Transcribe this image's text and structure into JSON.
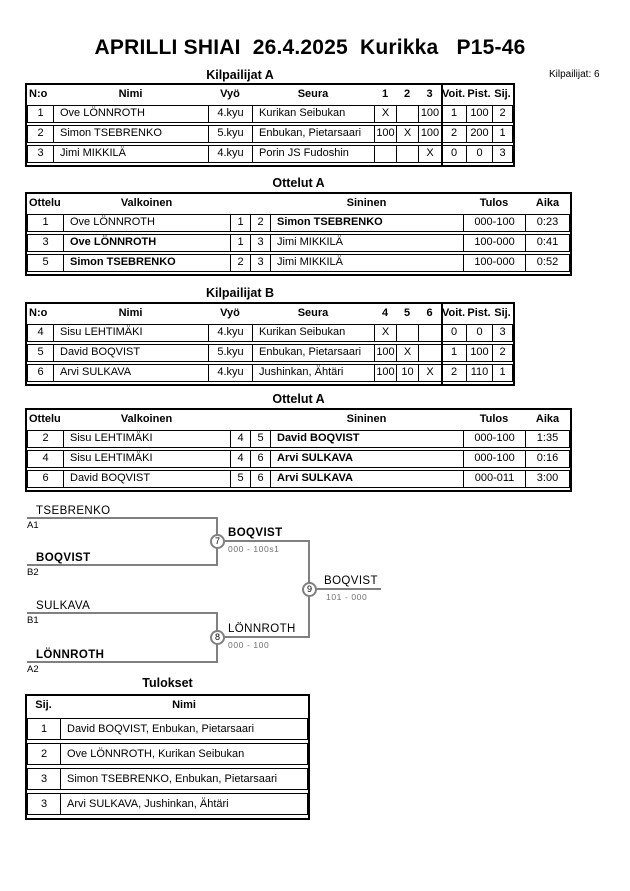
{
  "colors": {
    "bracket_line": "#808080",
    "score_text": "#707070"
  },
  "page": {
    "title": "APRILLI SHIAI  26.4.2025  Kurikka   P15-46",
    "competitor_count_label": "Kilpailijat: 6"
  },
  "sections": {
    "pool_a": {
      "heading": "Kilpailijat A",
      "headers": [
        "N:o",
        "Nimi",
        "Vyö",
        "Seura",
        "1",
        "2",
        "3",
        "Voit.",
        "Pist.",
        "Sij."
      ],
      "rows": [
        {
          "no": "1",
          "name": "Ove LÖNNROTH",
          "belt": "4.kyu",
          "club": "Kurikan Seibukan",
          "r1": "X",
          "r2": "",
          "r3": "100",
          "wins": "1",
          "points": "100",
          "place": "2"
        },
        {
          "no": "2",
          "name": "Simon TSEBRENKO",
          "belt": "5.kyu",
          "club": "Enbukan, Pietarsaari",
          "r1": "100",
          "r2": "X",
          "r3": "100",
          "wins": "2",
          "points": "200",
          "place": "1"
        },
        {
          "no": "3",
          "name": "Jimi MIKKILÄ",
          "belt": "4.kyu",
          "club": "Porin JS Fudoshin",
          "r1": "",
          "r2": "",
          "r3": "X",
          "wins": "0",
          "points": "0",
          "place": "3"
        }
      ]
    },
    "matches_a": {
      "heading": "Ottelut A",
      "headers": [
        "Ottelu",
        "Valkoinen",
        "Sininen",
        "Tulos",
        "Aika"
      ],
      "rows": [
        {
          "match": "1",
          "white": "Ove LÖNNROTH",
          "white_bold": false,
          "wno": "1",
          "bno": "2",
          "blue": "Simon TSEBRENKO",
          "blue_bold": true,
          "result": "000-100",
          "time": "0:23"
        },
        {
          "match": "3",
          "white": "Ove LÖNNROTH",
          "white_bold": true,
          "wno": "1",
          "bno": "3",
          "blue": "Jimi MIKKILÄ",
          "blue_bold": false,
          "result": "100-000",
          "time": "0:41"
        },
        {
          "match": "5",
          "white": "Simon TSEBRENKO",
          "white_bold": true,
          "wno": "2",
          "bno": "3",
          "blue": "Jimi MIKKILÄ",
          "blue_bold": false,
          "result": "100-000",
          "time": "0:52"
        }
      ]
    },
    "pool_b": {
      "heading": "Kilpailijat B",
      "headers": [
        "N:o",
        "Nimi",
        "Vyö",
        "Seura",
        "4",
        "5",
        "6",
        "Voit.",
        "Pist.",
        "Sij."
      ],
      "rows": [
        {
          "no": "4",
          "name": "Sisu LEHTIMÄKI",
          "belt": "4.kyu",
          "club": "Kurikan Seibukan",
          "r1": "X",
          "r2": "",
          "r3": "",
          "wins": "0",
          "points": "0",
          "place": "3"
        },
        {
          "no": "5",
          "name": "David BOQVIST",
          "belt": "5.kyu",
          "club": "Enbukan, Pietarsaari",
          "r1": "100",
          "r2": "X",
          "r3": "",
          "wins": "1",
          "points": "100",
          "place": "2"
        },
        {
          "no": "6",
          "name": "Arvi SULKAVA",
          "belt": "4.kyu",
          "club": "Jushinkan, Ähtäri",
          "r1": "100",
          "r2": "10",
          "r3": "X",
          "wins": "2",
          "points": "110",
          "place": "1"
        }
      ]
    },
    "matches_b": {
      "heading": "Ottelut A",
      "headers": [
        "Ottelu",
        "Valkoinen",
        "Sininen",
        "Tulos",
        "Aika"
      ],
      "rows": [
        {
          "match": "2",
          "white": "Sisu LEHTIMÄKI",
          "white_bold": false,
          "wno": "4",
          "bno": "5",
          "blue": "David BOQVIST",
          "blue_bold": true,
          "result": "000-100",
          "time": "1:35"
        },
        {
          "match": "4",
          "white": "Sisu LEHTIMÄKI",
          "white_bold": false,
          "wno": "4",
          "bno": "6",
          "blue": "Arvi SULKAVA",
          "blue_bold": true,
          "result": "000-100",
          "time": "0:16"
        },
        {
          "match": "6",
          "white": "David BOQVIST",
          "white_bold": false,
          "wno": "5",
          "bno": "6",
          "blue": "Arvi SULKAVA",
          "blue_bold": true,
          "result": "000-011",
          "time": "3:00"
        }
      ]
    },
    "bracket": {
      "entries": [
        {
          "name": "TSEBRENKO",
          "seed": "A1",
          "winner": false
        },
        {
          "name": "BOQVIST",
          "seed": "B2",
          "winner": true
        },
        {
          "name": "SULKAVA",
          "seed": "B1",
          "winner": false
        },
        {
          "name": "LÖNNROTH",
          "seed": "A2",
          "winner": true
        }
      ],
      "semifinal_1": {
        "number": "7",
        "winner": "BOQVIST",
        "score": "000 - 100s1"
      },
      "semifinal_2": {
        "number": "8",
        "winner": "LÖNNROTH",
        "score": "000 - 100"
      },
      "final": {
        "number": "9",
        "winner": "BOQVIST",
        "score": "101 - 000"
      }
    },
    "results": {
      "heading": "Tulokset",
      "headers": [
        "Sij.",
        "Nimi"
      ],
      "rows": [
        {
          "place": "1",
          "name": "David BOQVIST, Enbukan, Pietarsaari"
        },
        {
          "place": "2",
          "name": "Ove LÖNNROTH, Kurikan Seibukan"
        },
        {
          "place": "3",
          "name": "Simon TSEBRENKO, Enbukan, Pietarsaari"
        },
        {
          "place": "3",
          "name": "Arvi SULKAVA, Jushinkan, Ähtäri"
        }
      ]
    }
  }
}
